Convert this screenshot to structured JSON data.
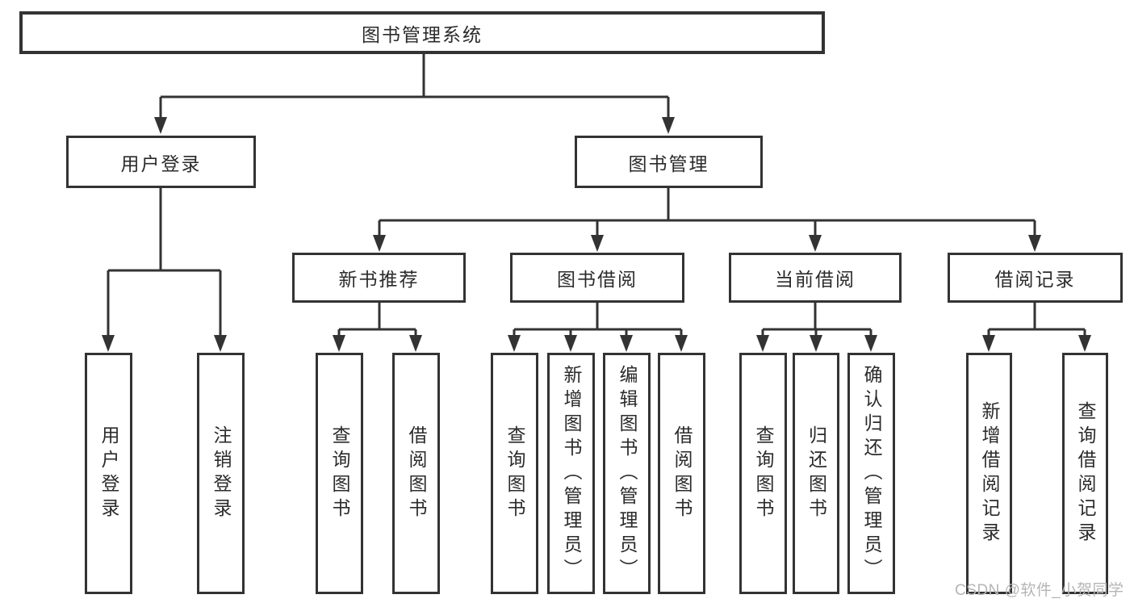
{
  "diagram": {
    "root": {
      "label": "图书管理系统"
    },
    "level2": [
      {
        "label": "用户登录"
      },
      {
        "label": "图书管理"
      }
    ],
    "level3": [
      {
        "label": "新书推荐"
      },
      {
        "label": "图书借阅"
      },
      {
        "label": "当前借阅"
      },
      {
        "label": "借阅记录"
      }
    ],
    "leaves": {
      "user_login": [
        "用户登录",
        "注销登录"
      ],
      "new_book_recommend": [
        "查询图书",
        "借阅图书"
      ],
      "book_borrow": [
        "查询图书",
        "新增图书（管理员）",
        "编辑图书（管理员）",
        "借阅图书"
      ],
      "current_borrow": [
        "查询图书",
        "归还图书",
        "确认归还（管理员）"
      ],
      "borrow_records": [
        "新增借阅记录",
        "查询借阅记录"
      ]
    },
    "colors": {
      "line": "#333333",
      "text": "#2b2b2b",
      "box_background": "#ffffff",
      "watermark": "#b5b5b5"
    }
  },
  "watermark": {
    "text": "CSDN @软件_小贺同学"
  }
}
